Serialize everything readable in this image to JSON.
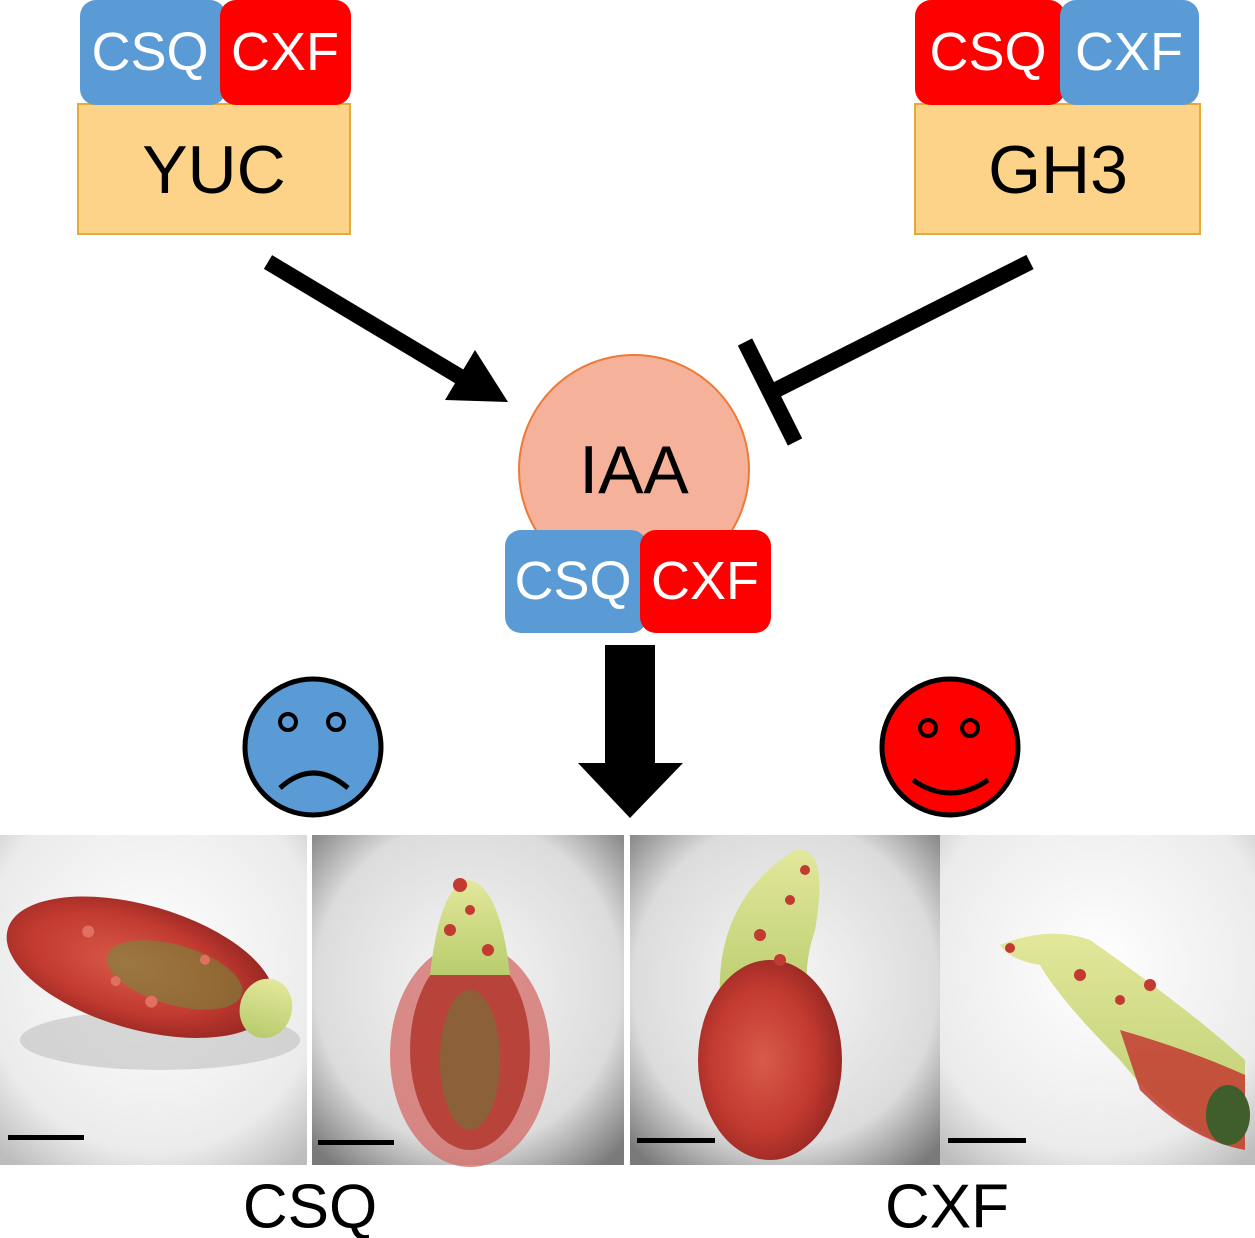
{
  "colors": {
    "csq": "#5b9bd5",
    "cxf": "#ff0000",
    "enzyme_box": "#fdd38a",
    "enzyme_border": "#e6a93c",
    "iaa_fill": "#f5b19a",
    "iaa_border": "#ee7a38"
  },
  "yuc_block": {
    "tag_left": "CSQ",
    "tag_right": "CXF",
    "label": "YUC"
  },
  "gh3_block": {
    "tag_left": "CSQ",
    "tag_right": "CXF",
    "label": "GH3"
  },
  "iaa_block": {
    "label": "IAA",
    "tag_left": "CSQ",
    "tag_right": "CXF"
  },
  "faces": {
    "sad": "sad-face-icon",
    "happy": "happy-face-icon"
  },
  "photo_groups": {
    "left_label": "CSQ",
    "right_label": "CXF"
  }
}
